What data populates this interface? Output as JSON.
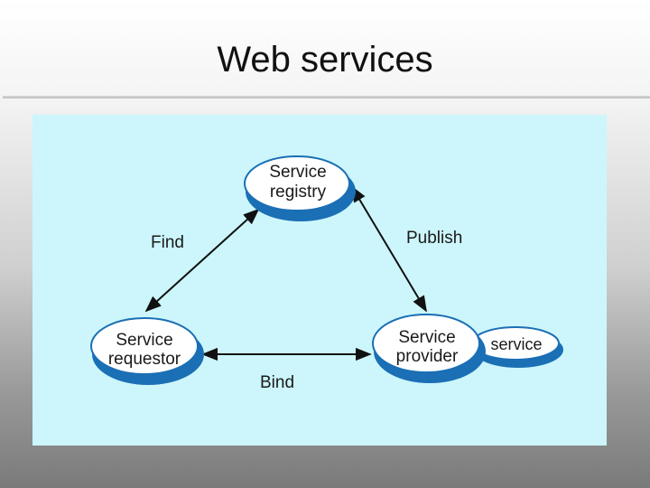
{
  "slide": {
    "title": "Web services"
  },
  "diagram": {
    "nodes": {
      "registry": {
        "line1": "Service",
        "line2": "registry"
      },
      "requestor": {
        "line1": "Service",
        "line2": "requestor"
      },
      "provider": {
        "line1": "Service",
        "line2": "provider"
      },
      "service": {
        "label": "service"
      }
    },
    "edges": {
      "find": "Find",
      "publish": "Publish",
      "bind": "Bind"
    },
    "colors": {
      "panel": "#ccf6fb",
      "ellipse_outline": "#1a6fb5",
      "ellipse_fill": "#ffffff",
      "arrow": "#111111"
    }
  }
}
